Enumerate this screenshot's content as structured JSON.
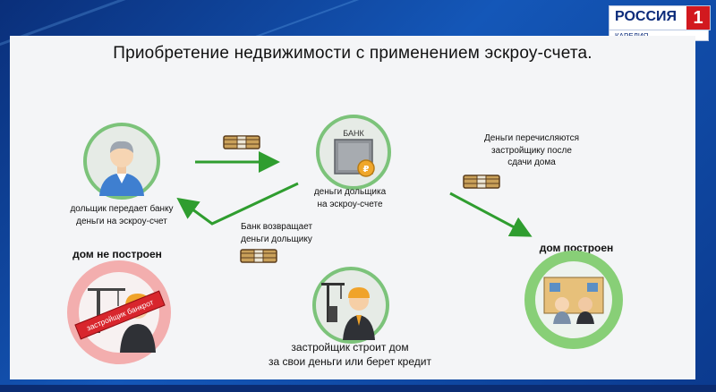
{
  "broadcast": {
    "channel": "РОССИЯ",
    "channel_number": "1",
    "region": "КАРЕЛИЯ"
  },
  "title": "Приобретение недвижимости с  применением эскроу-счета.",
  "nodes": {
    "buyer": {
      "label_line1": "дольщик передает банку",
      "label_line2": "деньги на эскроу-счет"
    },
    "bank": {
      "sign": "БАНК",
      "label_line1": "деньги дольщика",
      "label_line2": "на эскроу-счете"
    },
    "transfer_note": {
      "line1": "Деньги перечисляются",
      "line2": "застройщику после",
      "line3": "сдачи дома"
    },
    "refund_note": {
      "line1": "Банк возвращает",
      "line2": "деньги дольщику"
    },
    "not_built": {
      "label": "дом не построен",
      "stamp": "застройщик банкрот"
    },
    "builder": {
      "label_line1": "застройщик строит дом",
      "label_line2": "за свои деньги или берет кредит"
    },
    "built": {
      "label": "дом построен"
    }
  },
  "colors": {
    "arrow_green": "#2f9d2f",
    "circle_green": "#7cc37a",
    "circle_red": "#f3aeae",
    "stamp_red": "#d8262d"
  }
}
